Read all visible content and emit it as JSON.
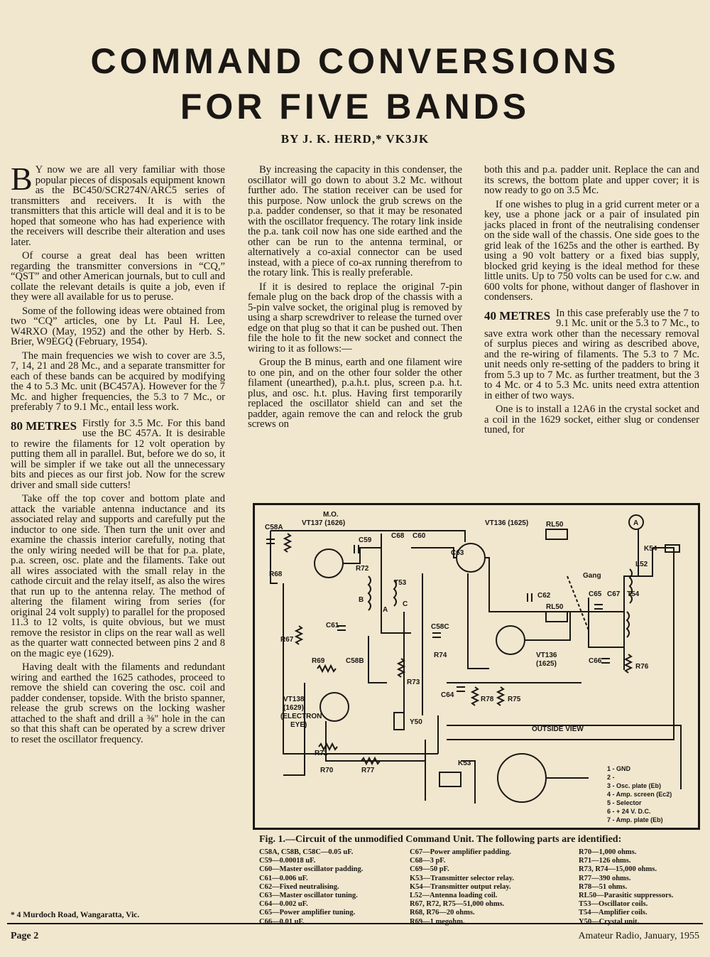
{
  "title_line1": "COMMAND  CONVERSIONS",
  "title_line2": "FOR  FIVE  BANDS",
  "byline": "BY  J.  K.  HERD,*  VK3JK",
  "col1": {
    "dropcap": "B",
    "p1": "Y now we are all very familiar with those popular pieces of disposals equipment known as the BC450/SCR274N/ARC5 series of transmitters and receivers. It is with the transmitters that this article will deal and it is to be hoped that someone who has had experience with the receivers will describe their alteration and uses later.",
    "p2": "Of course a great deal has been written regarding the transmitter conversions in “CQ,” “QST” and other American journals, but to cull and collate the relevant details is quite a job, even if they were all available for us to peruse.",
    "p3": "Some of the following ideas were obtained from two “CQ” articles, one by Lt. Paul H. Lee, W4RXO (May, 1952) and the other by Herb. S. Brier, W9EGQ (February, 1954).",
    "p4": "The main frequencies we wish to cover are 3.5, 7, 14, 21 and 28 Mc., and a separate transmitter for each of these bands can be acquired by modifying the 4 to 5.3 Mc. unit (BC457A). However for the 7 Mc. and higher frequencies, the 5.3 to 7 Mc., or preferably 7 to 9.1 Mc., entail less work.",
    "heading80": "80 METRES",
    "p5": "Firstly for 3.5 Mc. For this band use the BC 457A. It is desirable to rewire the filaments for 12 volt operation by putting them all in parallel. But, before we do so, it will be simpler if we take out all the unnecessary bits and pieces as our first job. Now for the screw driver and small side cutters!",
    "p6": "Take off the top cover and bottom plate and attack the variable antenna inductance and its associated relay and supports and carefully put the inductor to one side. Then turn the unit over and examine the chassis interior carefully, noting that the only wiring needed will be that for p.a. plate, p.a. screen, osc. plate and the filaments. Take out all wires associated with the small relay in the cathode circuit and the relay itself, as also the wires that run up to the antenna relay. The method of altering the filament wiring from series (for original 24 volt supply) to parallel for the proposed 11.3 to 12 volts, is quite obvious, but we must remove the resistor in clips on the rear wall as well as the quarter watt connected between pins 2 and 8 on the magic eye (1629).",
    "p7": "Having dealt with the filaments and redundant wiring and earthed the 1625 cathodes, proceed to remove the shield can covering the osc. coil and padder condenser, topside. With the bristo spanner, release the grub screws on the locking washer attached to the shaft and drill a ⅜\" hole in the can so that this shaft can be operated by a screw driver to reset the oscillator frequency."
  },
  "col2": {
    "p1": "By increasing the capacity in this condenser, the oscillator will go down to about 3.2 Mc. without further ado. The station receiver can be used for this purpose. Now unlock the grub screws on the p.a. padder condenser, so that it may be resonated with the oscillator frequency. The rotary link inside the p.a. tank coil now has one side earthed and the other can be run to the antenna terminal, or alternatively a co-axial connector can be used instead, with a piece of co-ax running therefrom to the rotary link. This is really preferable.",
    "p2": "If it is desired to replace the original 7-pin female plug on the back drop of the chassis with a 5-pin valve socket, the original plug is removed by using a sharp screwdriver to release the turned over edge on that plug so that it can be pushed out. Then file the hole to fit the new socket and connect the wiring to it as follows:—",
    "p3": "Group the B minus, earth and one filament wire to one pin, and on the other four solder the other filament (unearthed), p.a.h.t. plus, screen p.a. h.t. plus, and osc. h.t. plus. Having first temporarily replaced the oscillator shield can and set the padder, again remove the can and relock the grub screws on"
  },
  "col3": {
    "p1": "both this and p.a. padder unit. Replace the can and its screws, the bottom plate and upper cover; it is now ready to go on 3.5 Mc.",
    "p2": "If one wishes to plug in a grid current meter or a key, use a phone jack or a pair of insulated pin jacks placed in front of the neutralising condenser on the side wall of the chassis. One side goes to the grid leak of the 1625s and the other is earthed. By using a 90 volt battery or a fixed bias supply, blocked grid keying is the ideal method for these little units. Up to 750 volts can be used for c.w. and 600 volts for phone, without danger of flashover in condensers.",
    "heading40": "40 METRES",
    "p3": "In this case preferably use the 7 to 9.1 Mc. unit or the 5.3 to 7 Mc., to save extra work other than the necessary removal of surplus pieces and wiring as described above, and the re-wiring of filaments. The 5.3 to 7 Mc. unit needs only re-setting of the padders to bring it from 5.3 up to 7 Mc. as further treatment, but the 3 to 4 Mc. or 4 to 5.3 Mc. units need extra attention in either of two ways.",
    "p4": "One is to install a 12A6 in the crystal socket and a coil in the 1629 socket, either slug or condenser tuned, for"
  },
  "footnote": "* 4 Murdoch Road, Wangaratta, Vic.",
  "schematic": {
    "c58a": "C58A",
    "mo": "M.O.",
    "vt137": "VT137 (1626)",
    "c59": "C59",
    "c68": "C68",
    "c60": "C60",
    "c63": "C63",
    "vt136_top": "VT136 (1625)",
    "rl50_top": "RL50",
    "meter": "A",
    "k54": "K54",
    "r68": "R68",
    "r72": "R72",
    "gang": "Gang",
    "l52": "L52",
    "t53": "T53",
    "c62": "C62",
    "c65": "C65",
    "c67": "C67",
    "t54": "T54",
    "b": "B",
    "a": "A",
    "c": "C",
    "c61": "C61",
    "c58c": "C58C",
    "rl50_mid": "RL50",
    "r67": "R67",
    "r74": "R74",
    "vt136_mid": "VT136",
    "vt136_mid2": "(1625)",
    "c66": "C66",
    "r76": "R76",
    "r69": "R69",
    "c58b": "C58B",
    "r73": "R73",
    "vt138": "VT138",
    "vt138b": "(1629)",
    "vt138c": "(ELECTRON",
    "vt138d": "EYE)",
    "c64": "C64",
    "r78": "R78",
    "r75": "R75",
    "y50": "Y50",
    "outside_view": "OUTSIDE VIEW",
    "r71": "R71",
    "k53": "K53",
    "r70": "R70",
    "r77": "R77",
    "legend": [
      "1 - GND",
      "2 -",
      "3 - Osc. plate (Eb)",
      "4 - Amp. screen (Ec2)",
      "5 - Selector",
      "6 - + 24 V. D.C.",
      "7 - Amp. plate (Eb)"
    ]
  },
  "figcaption": "Fig. 1.—Circuit of the unmodified Command Unit. The following parts are identified:",
  "parts_col1": [
    "C58A, C58B, C58C—0.05 uF.",
    "C59—0.00018 uF.",
    "C60—Master oscillator padding.",
    "C61—0.006 uF.",
    "C62—Fixed neutralising.",
    "C63—Master oscillator tuning.",
    "C64—0.002 uF.",
    "C65—Power amplifier tuning.",
    "C66—0.01 uF."
  ],
  "parts_col2": [
    "C67—Power amplifier padding.",
    "C68—3 pF.",
    "C69—50 pF.",
    "K53—Transmitter selector relay.",
    "K54—Transmitter output relay.",
    "L52—Antenna loading coil.",
    "R67, R72, R75—51,000 ohms.",
    "R68, R76—20 ohms.",
    "R69—1 megohm."
  ],
  "parts_col3": [
    "R70—1,000 ohms.",
    "R71—126 ohms.",
    "R73, R74—15,000 ohms.",
    "R77—390 ohms.",
    "R78—51 ohms.",
    "RL50—Parasitic suppressors.",
    "T53—Oscillator coils.",
    "T54—Amplifier coils.",
    "Y50—Crystal unit."
  ],
  "page_left": "Page 2",
  "page_right": "Amateur Radio, January, 1955"
}
